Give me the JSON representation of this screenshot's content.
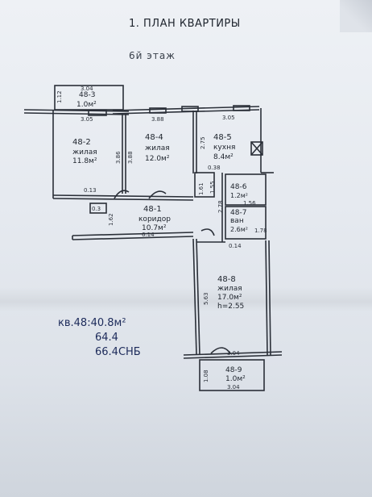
{
  "header": {
    "title": "1. ПЛАН КВАРТИРЫ",
    "floor": "6й этаж"
  },
  "rooms": [
    {
      "id": "48-3",
      "area": "1.0м²"
    },
    {
      "id": "48-2",
      "type": "жилая",
      "area": "11.8м²"
    },
    {
      "id": "48-4",
      "type": "жилая",
      "area": "12.0м²"
    },
    {
      "id": "48-5",
      "type": "кухня",
      "area": "8.4м²"
    },
    {
      "id": "48-6",
      "area": "1.2м²"
    },
    {
      "id": "48-7",
      "type": "ван",
      "area": "2.6м²"
    },
    {
      "id": "48-1",
      "type": "коридор",
      "area": "10.7м²"
    },
    {
      "id": "48-8",
      "type": "жилая",
      "area": "17.0м²",
      "height": "h=2.55"
    },
    {
      "id": "48-9",
      "area": "1.0м²"
    }
  ],
  "dimensions": {
    "d_304_top": "3.04",
    "d_112": "1.12",
    "d_305_a": "3.05",
    "d_388": "3.88",
    "d_305_b": "3.05",
    "d_386": "3.86",
    "d_388_v": "3.88",
    "d_275": "2.75",
    "d_038": "0.38",
    "d_013": "0.13",
    "d_161": "1.61",
    "d_155": "1.55",
    "d_278": "2.78",
    "d_156": "1.56",
    "d_162": "1.62",
    "d_614": "6.14",
    "d_014": "0.14",
    "d_178": "1.78",
    "d_03": "0.3",
    "d_563": "5.63",
    "d_304_mid": "3.04",
    "d_108": "1.08",
    "d_304_bot": "3.04"
  },
  "totals": {
    "line1": "кв.48:40.8м²",
    "line2": "64.4",
    "line3": "66.4СНБ"
  }
}
